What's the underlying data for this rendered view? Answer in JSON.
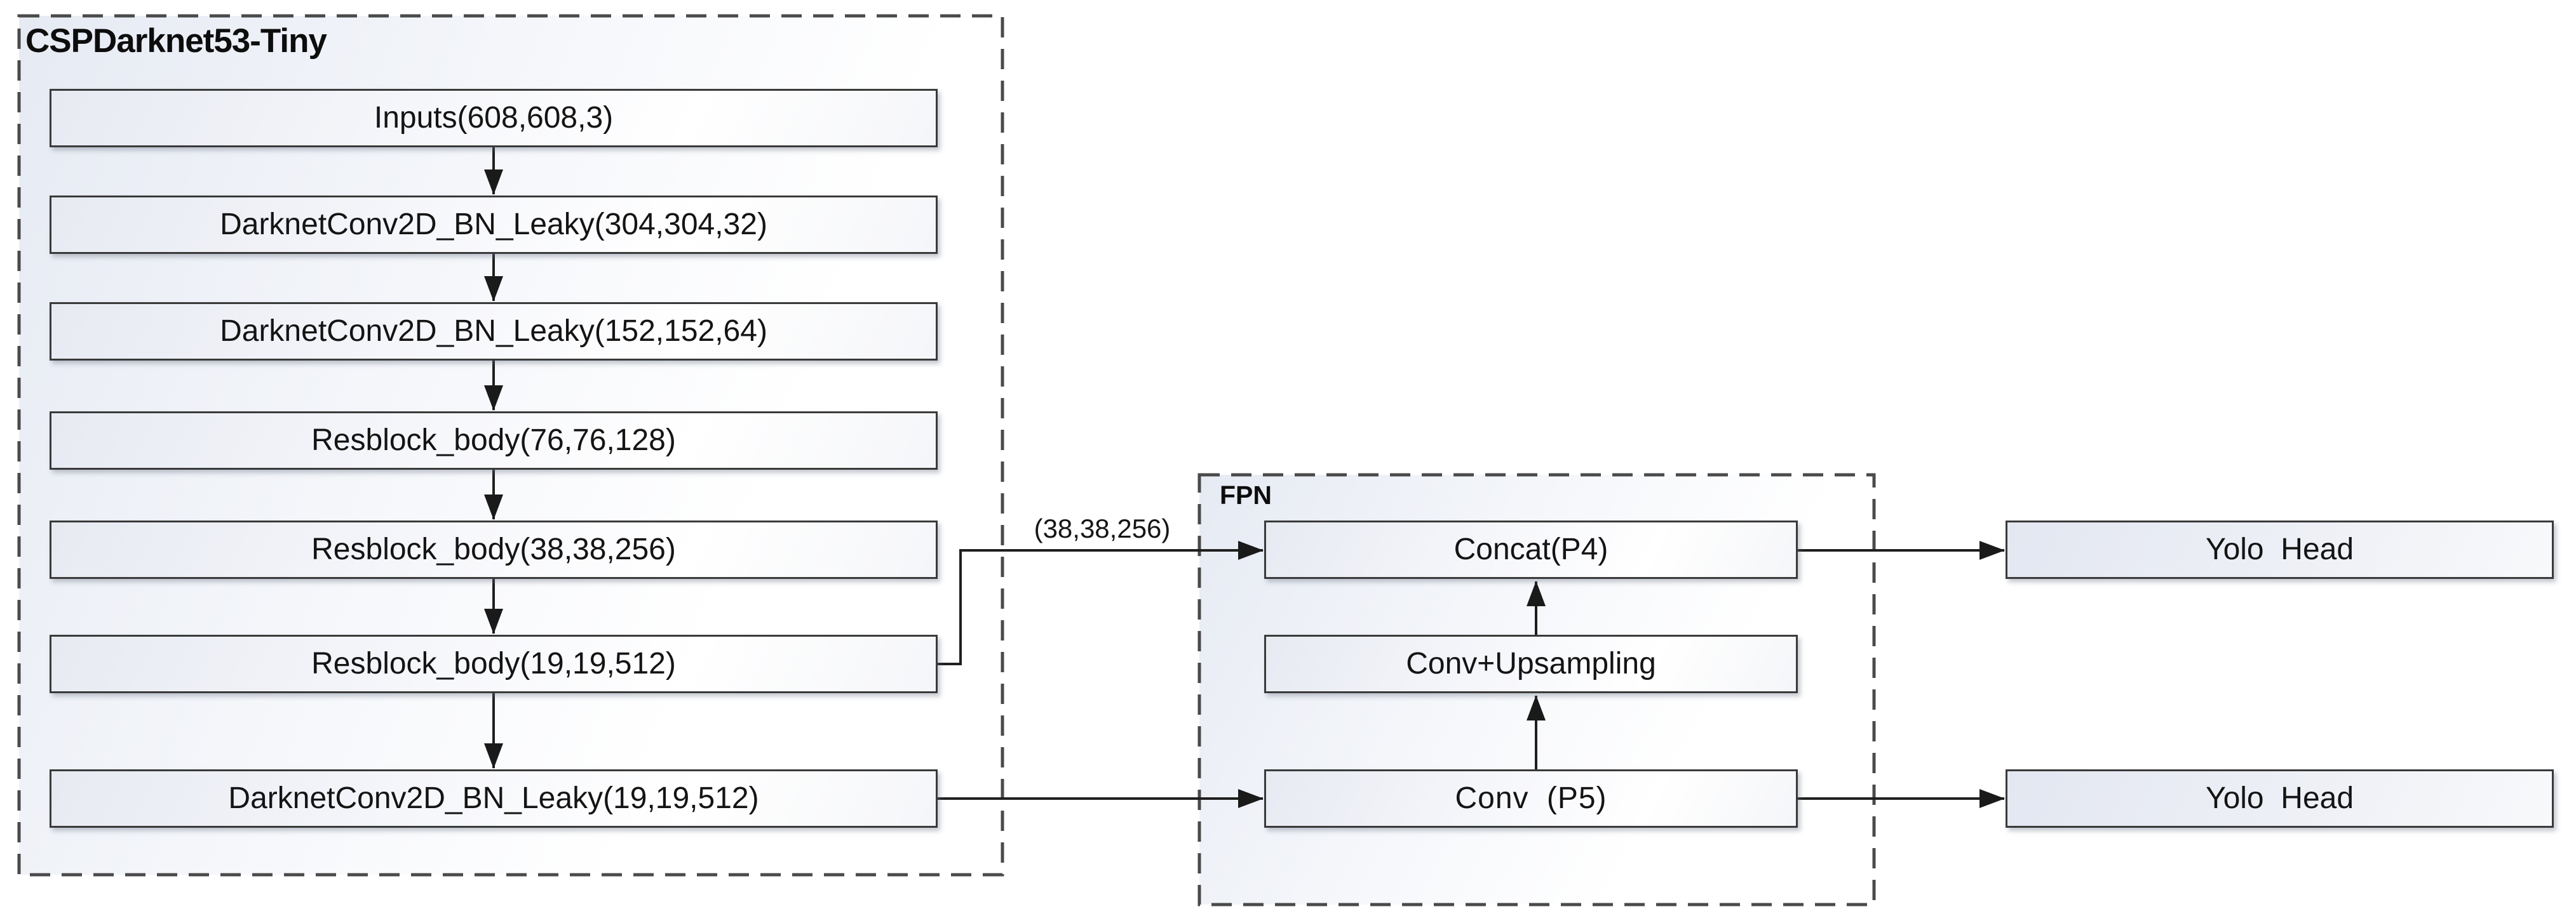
{
  "diagram": {
    "groups": {
      "csp": {
        "title": "CSPDarknet53-Tiny"
      },
      "fpn": {
        "title": "FPN"
      }
    },
    "backbone_nodes": [
      {
        "label": "Inputs(608,608,3)"
      },
      {
        "label": "DarknetConv2D_BN_Leaky(304,304,32)"
      },
      {
        "label": "DarknetConv2D_BN_Leaky(152,152,64)"
      },
      {
        "label": "Resblock_body(76,76,128)"
      },
      {
        "label": "Resblock_body(38,38,256)"
      },
      {
        "label": "Resblock_body(19,19,512)"
      },
      {
        "label": "DarknetConv2D_BN_Leaky(19,19,512)"
      }
    ],
    "fpn_nodes": [
      {
        "label": "Concat(P4)"
      },
      {
        "label": "Conv+Upsampling"
      },
      {
        "label": "Conv (P5)"
      }
    ],
    "head_nodes": [
      {
        "label": "Yolo  Head"
      },
      {
        "label": "Yolo  Head"
      }
    ],
    "edge_labels": {
      "skip_connection": "(38,38,256)"
    },
    "colors": {
      "connector_line": "#1f1f1f",
      "box_border": "#3a3a3a",
      "dashed_border": "#4a4a4a",
      "box_fill_tint": "#e7eaf2",
      "group_fill_tint": "#e6eaf3",
      "text": "#111111"
    }
  }
}
